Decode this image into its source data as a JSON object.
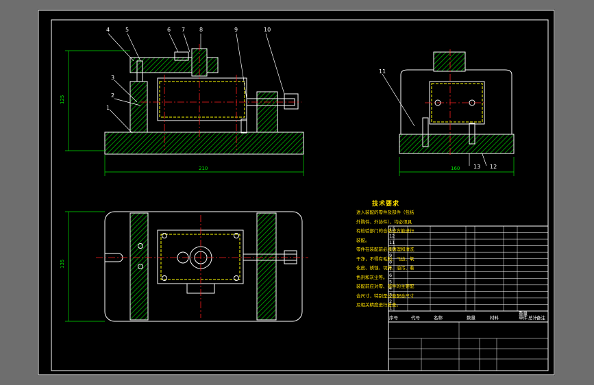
{
  "drawing": {
    "callouts": [
      "4",
      "5",
      "6",
      "7",
      "8",
      "9",
      "10",
      "3",
      "2",
      "1",
      "11",
      "13",
      "12"
    ],
    "dimensions": {
      "front_height": "125",
      "front_width": "210",
      "side_width": "160",
      "plan_height": "135"
    },
    "tech_req": {
      "title": "技术要求",
      "lines": [
        "进入装配的零件及部件（包括",
        "外购件、外协件），均必须具",
        "有检验部门的合格证方能进行",
        "装配。",
        "零件在装配前必须清理和清洗",
        "干净，不得有毛刺、飞边、氧",
        "化皮、锈蚀、切屑、油污、着",
        "色剂和灰尘等。",
        "装配前应对零、部件的主要配",
        "合尺寸，特别是过盈配合尺寸",
        "及相关精度进行复查。"
      ]
    },
    "bom_rows": [
      "13",
      "12",
      "11",
      "10",
      "9",
      "8",
      "7",
      "6",
      "5",
      "4",
      "3",
      "2",
      "1"
    ],
    "bom_header": [
      "序号",
      "代号",
      "名称",
      "数量",
      "材料",
      "单件",
      "总计",
      "备注"
    ],
    "bom_header2": [
      "重量"
    ]
  },
  "colors": {
    "background": "#000000",
    "frame": "#ffffff",
    "outline": "#ffffff",
    "hatch": "#00c000",
    "hidden": "#ffff00",
    "center": "#ff2020",
    "dimension": "#00e000",
    "text": "#ffe000",
    "bom_text": "#ffffff",
    "window": "#6e6e6e"
  }
}
